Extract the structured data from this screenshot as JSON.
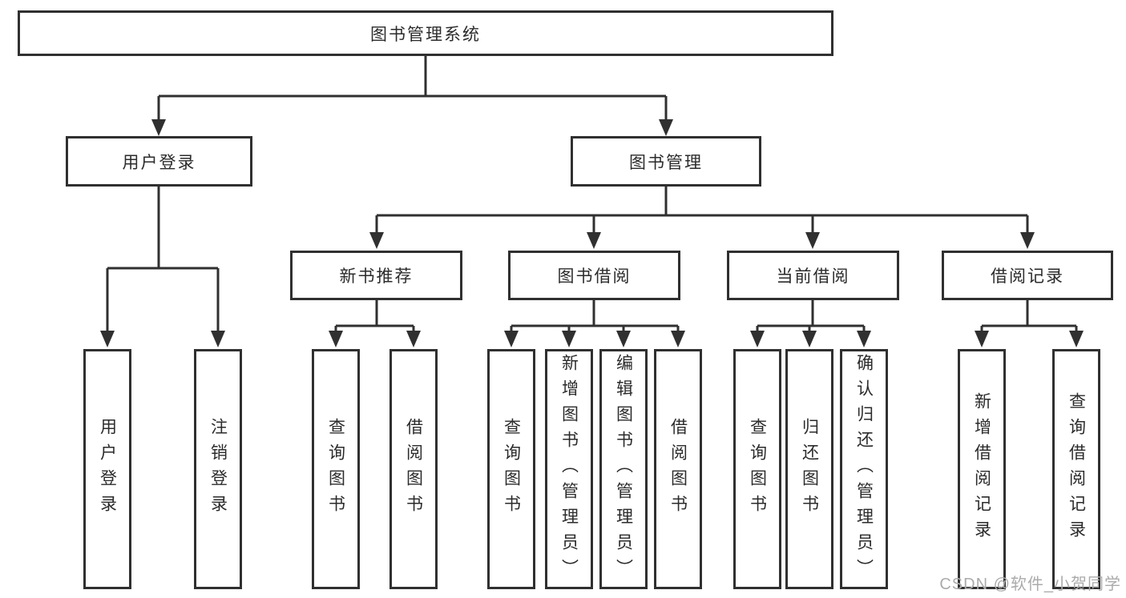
{
  "diagram": {
    "root": "图书管理系统",
    "level2": {
      "user_login": "用户登录",
      "book_management": "图书管理"
    },
    "level3": {
      "new_book_recommend": "新书推荐",
      "book_borrow": "图书借阅",
      "current_borrow": "当前借阅",
      "borrow_record": "借阅记录"
    },
    "leaves": {
      "user_login": "用户登录",
      "logout": "注销登录",
      "nb_query_books": "查询图书",
      "nb_borrow_books": "借阅图书",
      "bb_query_books": "查询图书",
      "bb_add_books": "新增图书（管理员）",
      "bb_edit_books": "编辑图书（管理员）",
      "bb_borrow_books": "借阅图书",
      "cb_query_books": "查询图书",
      "cb_return_books": "归还图书",
      "cb_confirm_return": "确认归还（管理员）",
      "br_add_record": "新增借阅记录",
      "br_query_record": "查询借阅记录"
    }
  },
  "watermark": "CSDN @软件_小贺同学",
  "colors": {
    "line": "#303030",
    "text": "#2b2b2b",
    "watermark": "#ababab",
    "background": "#ffffff"
  }
}
